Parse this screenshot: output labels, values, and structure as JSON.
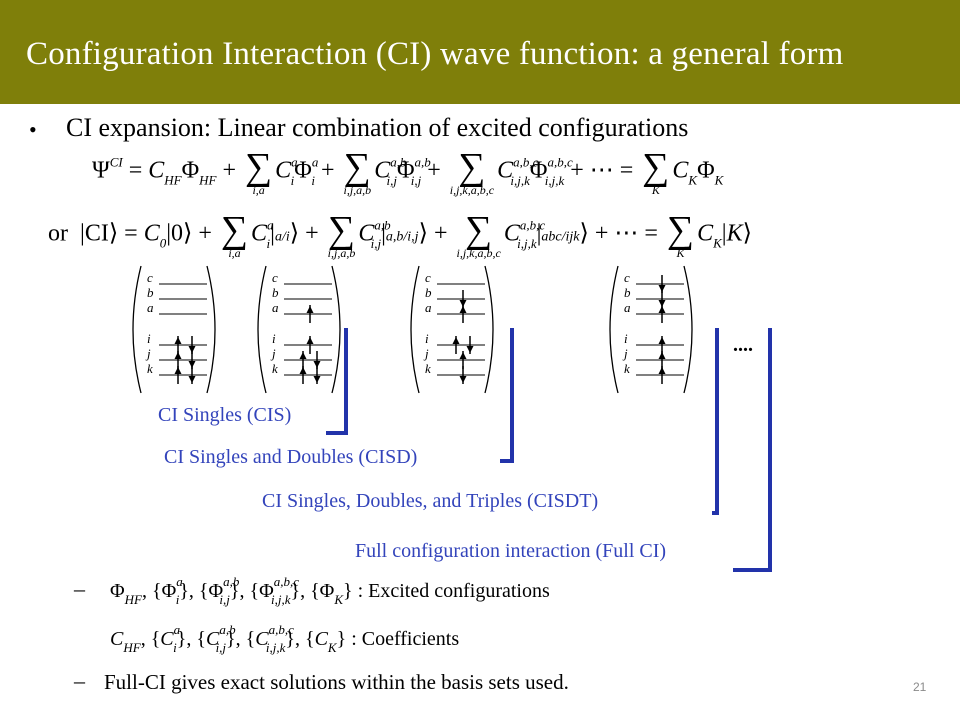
{
  "header": {
    "title": "Configuration Interaction (CI) wave function: a general form",
    "bg_color": "#7f7f0a"
  },
  "bullet": {
    "marker": "•",
    "text": "CI expansion: Linear combination of excited configurations"
  },
  "equations": {
    "or_label": "or",
    "psi_ci": "Ψ",
    "ci_ket": "CI"
  },
  "diagram": {
    "orbital_labels_virtual": [
      "c",
      "b",
      "a"
    ],
    "orbital_labels_occupied": [
      "i",
      "j",
      "k"
    ],
    "ellipsis": "....",
    "accent_color": "#2233aa"
  },
  "ci_levels": [
    "CI Singles (CIS)",
    "CI Singles and Doubles (CISD)",
    "CI Singles, Doubles, and Triples (CISDT)",
    "Full configuration interaction (Full CI)"
  ],
  "sub_items": {
    "dash": "–",
    "configs_label": ": Excited configurations",
    "coeffs_label": ": Coefficients",
    "full_ci_note": "Full-CI gives exact solutions within the basis sets used."
  },
  "slide_number": "21"
}
